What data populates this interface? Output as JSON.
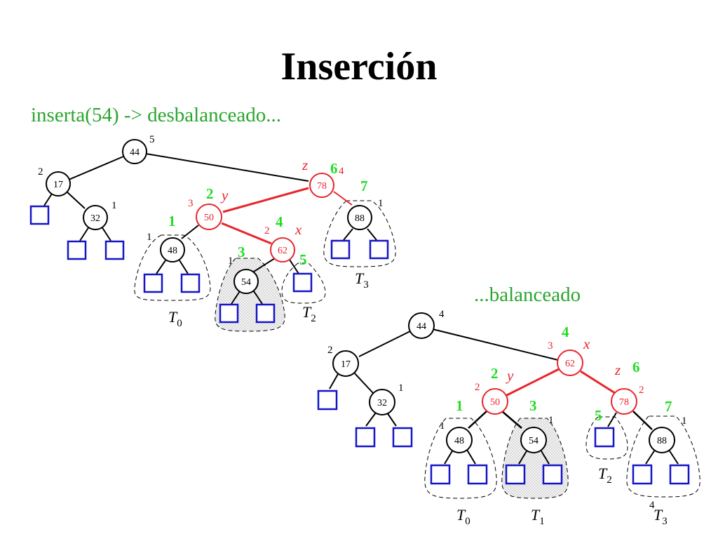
{
  "title": "Inserción",
  "colors": {
    "black": "#000000",
    "red": "#e8252c",
    "green": "#2aa52e",
    "bright_green": "#22dd22",
    "blue": "#1414c8",
    "shade": "#e3e3e3"
  },
  "before": {
    "caption": "inserta(54) -> desbalanceado...",
    "nodes": {
      "n44": {
        "key": "44",
        "height": "5"
      },
      "n17": {
        "key": "17",
        "height": "2"
      },
      "n32": {
        "key": "32",
        "height": "1"
      },
      "n78": {
        "key": "78",
        "height": "4"
      },
      "n50": {
        "key": "50",
        "height": "3"
      },
      "n48": {
        "key": "48",
        "height": "1"
      },
      "n62": {
        "key": "62",
        "height": "2"
      },
      "n54": {
        "key": "54",
        "height": "1"
      },
      "n88": {
        "key": "88",
        "height": "1"
      }
    },
    "roles": {
      "z": "z",
      "y": "y",
      "x": "x"
    },
    "order": {
      "o1": "1",
      "o2": "2",
      "o3": "3",
      "o4": "4",
      "o5": "5",
      "o6": "6",
      "o7": "7"
    },
    "subtrees": {
      "t0": "T",
      "t0s": "0",
      "t2": "T",
      "t2s": "2",
      "t3": "T",
      "t3s": "3"
    }
  },
  "after": {
    "caption": "...balanceado",
    "nodes": {
      "n44": {
        "key": "44",
        "height": "4"
      },
      "n17": {
        "key": "17",
        "height": "2"
      },
      "n32": {
        "key": "32",
        "height": "1"
      },
      "n62": {
        "key": "62",
        "height": "3"
      },
      "n50": {
        "key": "50",
        "height": "2"
      },
      "n48": {
        "key": "48",
        "height": "1"
      },
      "n54": {
        "key": "54",
        "height": "1"
      },
      "n78": {
        "key": "78",
        "height": "2"
      },
      "n88": {
        "key": "88",
        "height": "1"
      }
    },
    "roles": {
      "x": "x",
      "y": "y",
      "z": "z"
    },
    "order": {
      "o1": "1",
      "o2": "2",
      "o3": "3",
      "o4": "4",
      "o5": "5",
      "o6": "6",
      "o7": "7"
    },
    "subtrees": {
      "t0": "T",
      "t0s": "0",
      "t1": "T",
      "t1s": "1",
      "t2": "T",
      "t2s": "2",
      "t3": "T",
      "t3s": "3",
      "t3stray": "4"
    }
  }
}
